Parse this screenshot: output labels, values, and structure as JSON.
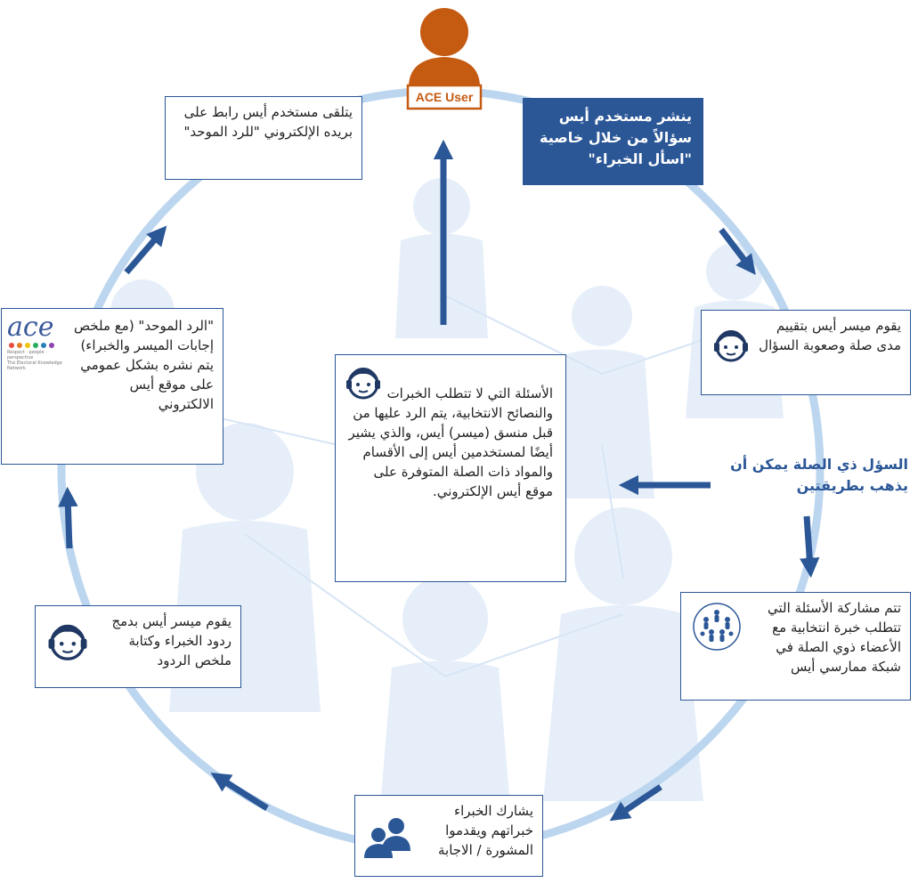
{
  "user": {
    "label": "ACE User"
  },
  "colors": {
    "ring": "#bcd6ef",
    "silhouette": "#e6eff9",
    "arrow": "#2b5797",
    "user": "#c55a11"
  },
  "steps": {
    "post_question": "ينشر مستخدم أيس سؤالاً من خلال خاصية \"اسأل الخبراء\"",
    "assess": "يقوم ميسر أيس بتقييم مدى صلة وصعوبة السؤال",
    "two_ways": "السؤل ذي الصلة يمكن أن يذهب بطريقتين",
    "share_network": "تتم مشاركة الأسئلة التي تتطلب خبرة انتخابية مع الأعضاء ذوي الصلة في شبكة ممارسي أيس",
    "experts_share": "يشارك الخبراء خبراتهم ويقدموا المشورة / الاجابة",
    "merge": "يقوم ميسر أيس بدمج ردود الخبراء وكتابة ملخص الردود",
    "consolidated": "\"الرد الموحد\" (مع ملخص إجابات الميسر والخبراء) يتم نشره بشكل عمومي على موقع أيس الالكتروني",
    "receive_link": "يتلقى مستخدم أيس رابط على بريده الإلكتروني \"للرد الموحد\"",
    "center": "الأسئلة التي لا تتطلب الخبرات والنصائح الانتخابية، يتم الرد عليها من قبل منسق (ميسر) أيس، والذي يشير أيضًا لمستخدمين أيس إلى الأقسام والمواد ذات الصلة المتوفرة على موقع أيس الإلكتروني."
  },
  "logo": {
    "brand": "ace",
    "tagline": "Respect · people · perspective",
    "network": "The Electoral Knowledge Network"
  },
  "icons": [
    "user-silhouette-icon",
    "headset-agent-icon",
    "network-people-icon",
    "expert-pair-icon",
    "ace-logo"
  ]
}
